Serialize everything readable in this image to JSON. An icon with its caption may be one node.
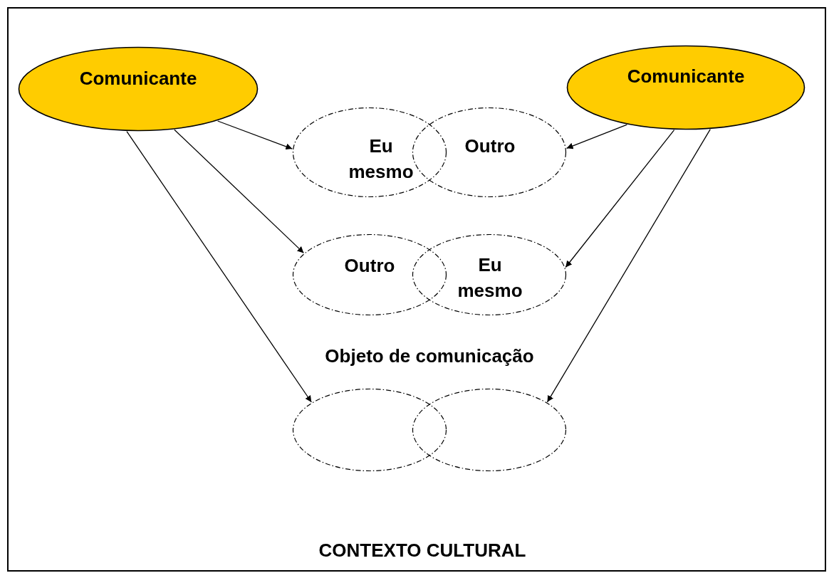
{
  "diagram": {
    "nodes": [
      {
        "text": [
          "CONTEXTO CULTURAL"
        ]
      },
      {
        "text": [
          "Comunicante"
        ],
        "in": 0
      },
      {
        "text": [
          "Comunicante"
        ],
        "in": 0
      },
      {
        "text": [
          "Eu mesmo"
        ],
        "in": 0
      },
      {
        "text": [
          "Outro"
        ],
        "in": 0
      },
      {
        "text": [
          "Outro"
        ],
        "in": 0
      },
      {
        "text": [
          "Eu mesmo"
        ],
        "in": 0
      },
      {
        "text": [],
        "shape": "ellipse",
        "in": 0
      },
      {
        "text": [],
        "shape": "ellipse",
        "in": 0
      }
    ],
    "edges": [
      {
        "from": 1,
        "to": 3,
        "arrow": "to"
      },
      {
        "from": 1,
        "to": 5,
        "arrow": "to"
      },
      {
        "from": 1,
        "to": 7,
        "arrow": "to"
      },
      {
        "from": 2,
        "to": 4,
        "arrow": "to"
      },
      {
        "from": 2,
        "to": 6,
        "arrow": "to"
      },
      {
        "from": 2,
        "to": 8,
        "arrow": "to"
      }
    ],
    "labels": [
      "Objeto de comunicação"
    ]
  }
}
